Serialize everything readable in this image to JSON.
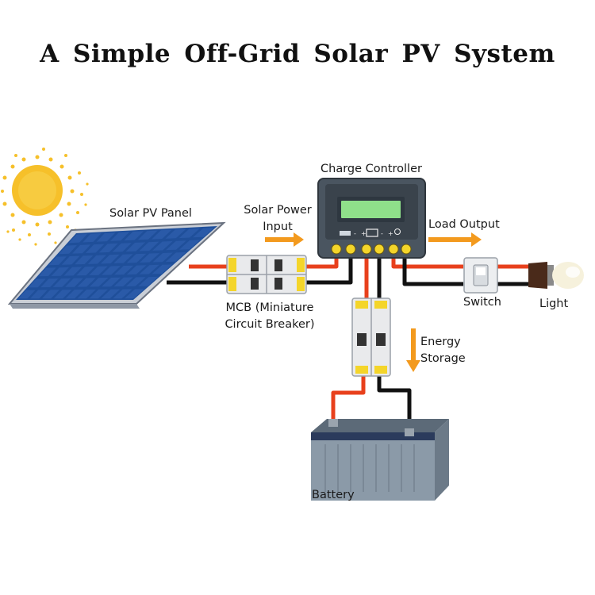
{
  "title": "A Simple Off-Grid Solar PV System",
  "labels": {
    "solar_panel": "Solar PV Panel",
    "charge_controller": "Charge Controller",
    "solar_power_input_line1": "Solar Power",
    "solar_power_input_line2": "Input",
    "load_output": "Load Output",
    "mcb_line1": "MCB (Miniature",
    "mcb_line2": "Circuit Breaker)",
    "switch": "Switch",
    "light": "Light",
    "energy_storage_line1": "Energy",
    "energy_storage_line2": "Storage",
    "battery": "Battery"
  },
  "colors": {
    "positive_wire": "#e8401c",
    "negative_wire": "#111111",
    "arrow": "#f39a1e",
    "sun": "#f6c02a",
    "panel_cell": "#2a5aa8",
    "controller_body": "#4a5560",
    "controller_screen": "#8fe08a",
    "battery_body": "#8b9aa8",
    "terminal_yellow": "#f4d52a"
  }
}
